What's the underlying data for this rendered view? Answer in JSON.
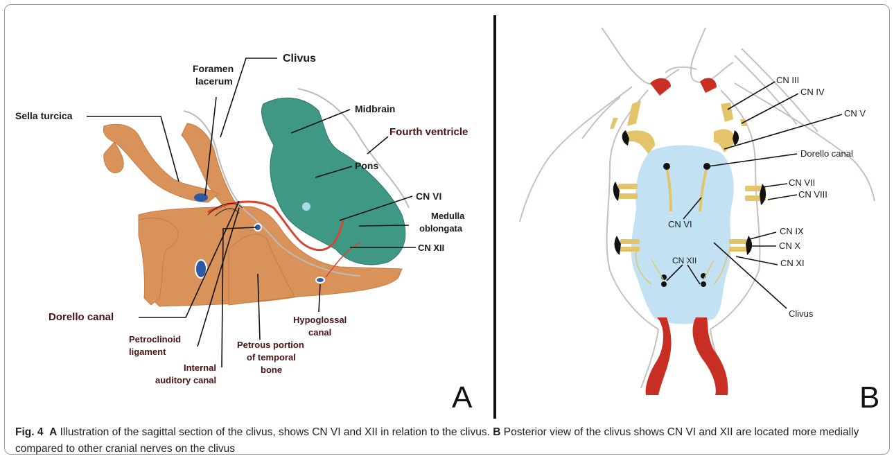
{
  "panel_a": {
    "letter": "A",
    "labels": {
      "sella_turcica": "Sella turcica",
      "foramen_lacerum_1": "Foramen",
      "foramen_lacerum_2": "lacerum",
      "clivus": "Clivus",
      "midbrain": "Midbrain",
      "fourth_ventricle": "Fourth ventricle",
      "pons": "Pons",
      "cn_vi": "CN VI",
      "medulla_1": "Medulla",
      "medulla_2": "oblongata",
      "cn_xii": "CN XII",
      "dorello_canal": "Dorello canal",
      "hypoglossal_1": "Hypoglossal",
      "hypoglossal_2": "canal",
      "petroclinoid_1": "Petroclinoid",
      "petroclinoid_2": "ligament",
      "petrous_1": "Petrous portion",
      "petrous_2": "of temporal",
      "petrous_3": "bone",
      "internal_1": "Internal",
      "internal_2": "auditory canal"
    }
  },
  "panel_b": {
    "letter": "B",
    "labels": {
      "cn_iii": "CN III",
      "cn_iv": "CN IV",
      "cn_v": "CN V",
      "dorello_canal": "Dorello canal",
      "cn_vii": "CN VII",
      "cn_viii": "CN VIII",
      "cn_vi": "CN VI",
      "cn_ix": "CN IX",
      "cn_x": "CN X",
      "cn_xi": "CN XI",
      "cn_xii": "CN XII",
      "clivus": "Clivus"
    }
  },
  "caption": {
    "fig": "Fig. 4",
    "a": "A",
    "a_text": " Illustration of the sagittal section of the clivus, shows CN VI and XII in relation to the clivus. ",
    "b": "B",
    "b_text": " Posterior view of the clivus shows CN VI and XII are located more medially compared to other cranial nerves on the clivus"
  },
  "colors": {
    "bone": "#d9935a",
    "brainstem": "#3f9883",
    "nerve_red": "#d8452f",
    "canal_blue": "#2d5aa6",
    "clivus_blue": "#bfe0f2",
    "nerve_yellow": "#e3c46a",
    "artery_red": "#c92e24"
  }
}
